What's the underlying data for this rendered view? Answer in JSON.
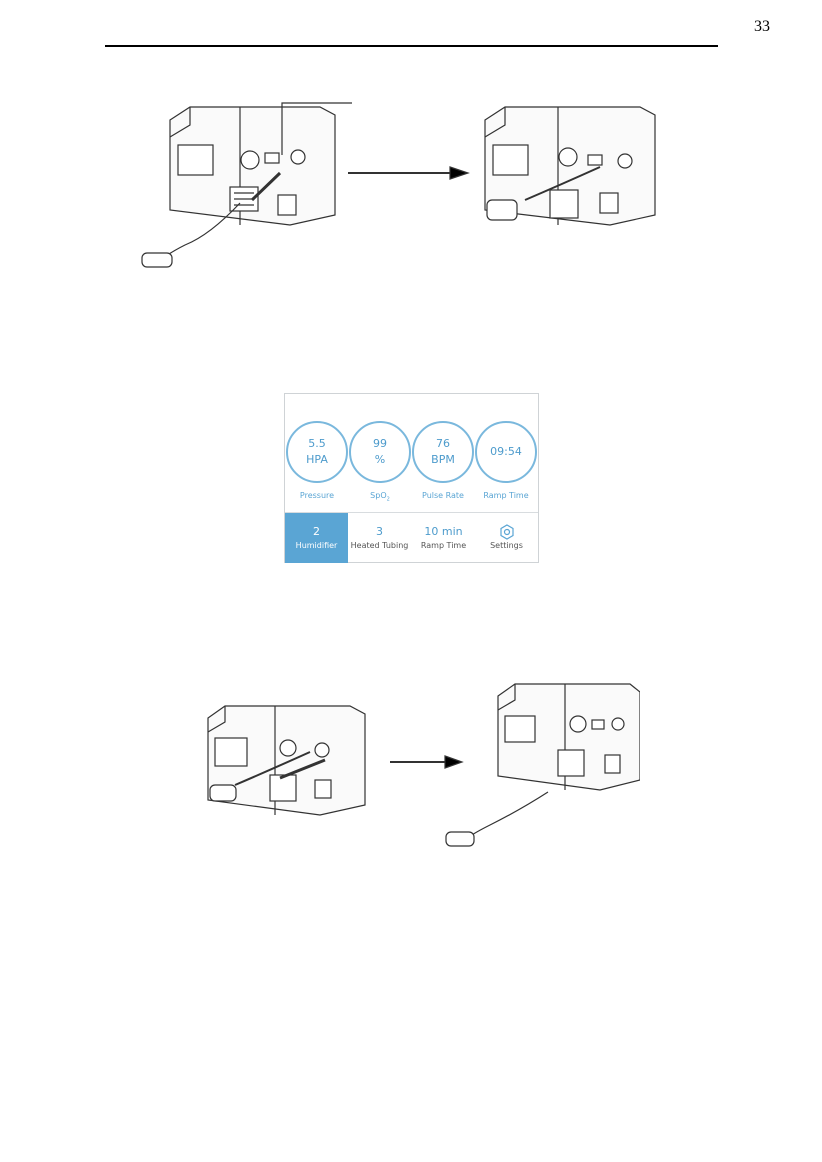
{
  "page": {
    "number": "33"
  },
  "figures": [
    {
      "name": "connect-sensor-figure",
      "description_hidden": ""
    },
    {
      "name": "disconnect-sensor-figure",
      "description_hidden": ""
    }
  ],
  "display": {
    "gauges": [
      {
        "value": "5.5",
        "unit": "HPA",
        "label": "Pressure"
      },
      {
        "value": "99",
        "unit": "%",
        "label": "SpO",
        "label_sub": "2"
      },
      {
        "value": "76",
        "unit": "BPM",
        "label": "Pulse Rate"
      },
      {
        "value": "09:54",
        "unit": "",
        "label": "Ramp Time"
      }
    ],
    "bar": [
      {
        "value": "2",
        "label": "Humidifier",
        "active": true
      },
      {
        "value": "3",
        "label": "Heated Tubing",
        "active": false
      },
      {
        "value": "10 min",
        "label": "Ramp Time",
        "active": false
      },
      {
        "value": "",
        "label": "Settings",
        "icon": "gear-icon",
        "active": false
      }
    ],
    "accent_color": "#5aa5d4"
  }
}
